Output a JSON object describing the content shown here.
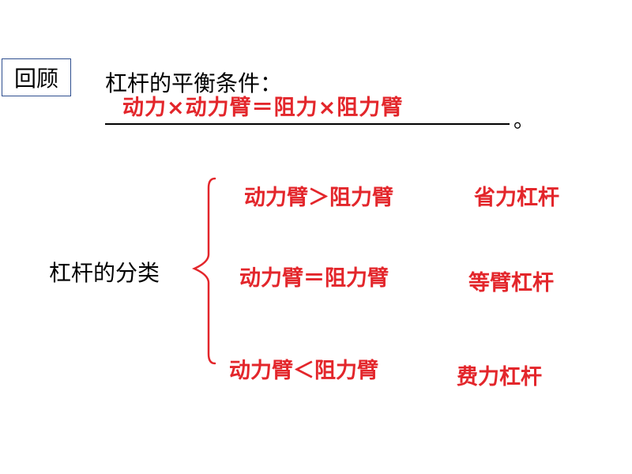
{
  "review": {
    "badge": "回顾"
  },
  "balance": {
    "heading": "杠杆的平衡条件：",
    "formula": "动力×动力臂＝阻力×阻力臂",
    "period": "。"
  },
  "classification": {
    "label": "杠杆的分类",
    "rows": [
      {
        "condition": "动力臂＞阻力臂",
        "type": "省力杠杆"
      },
      {
        "condition": "动力臂＝阻力臂",
        "type": "等臂杠杆"
      },
      {
        "condition": "动力臂＜阻力臂",
        "type": "费力杠杆"
      }
    ]
  },
  "colors": {
    "answer": "#e3262b",
    "badge_border": "#2f4f8f"
  }
}
